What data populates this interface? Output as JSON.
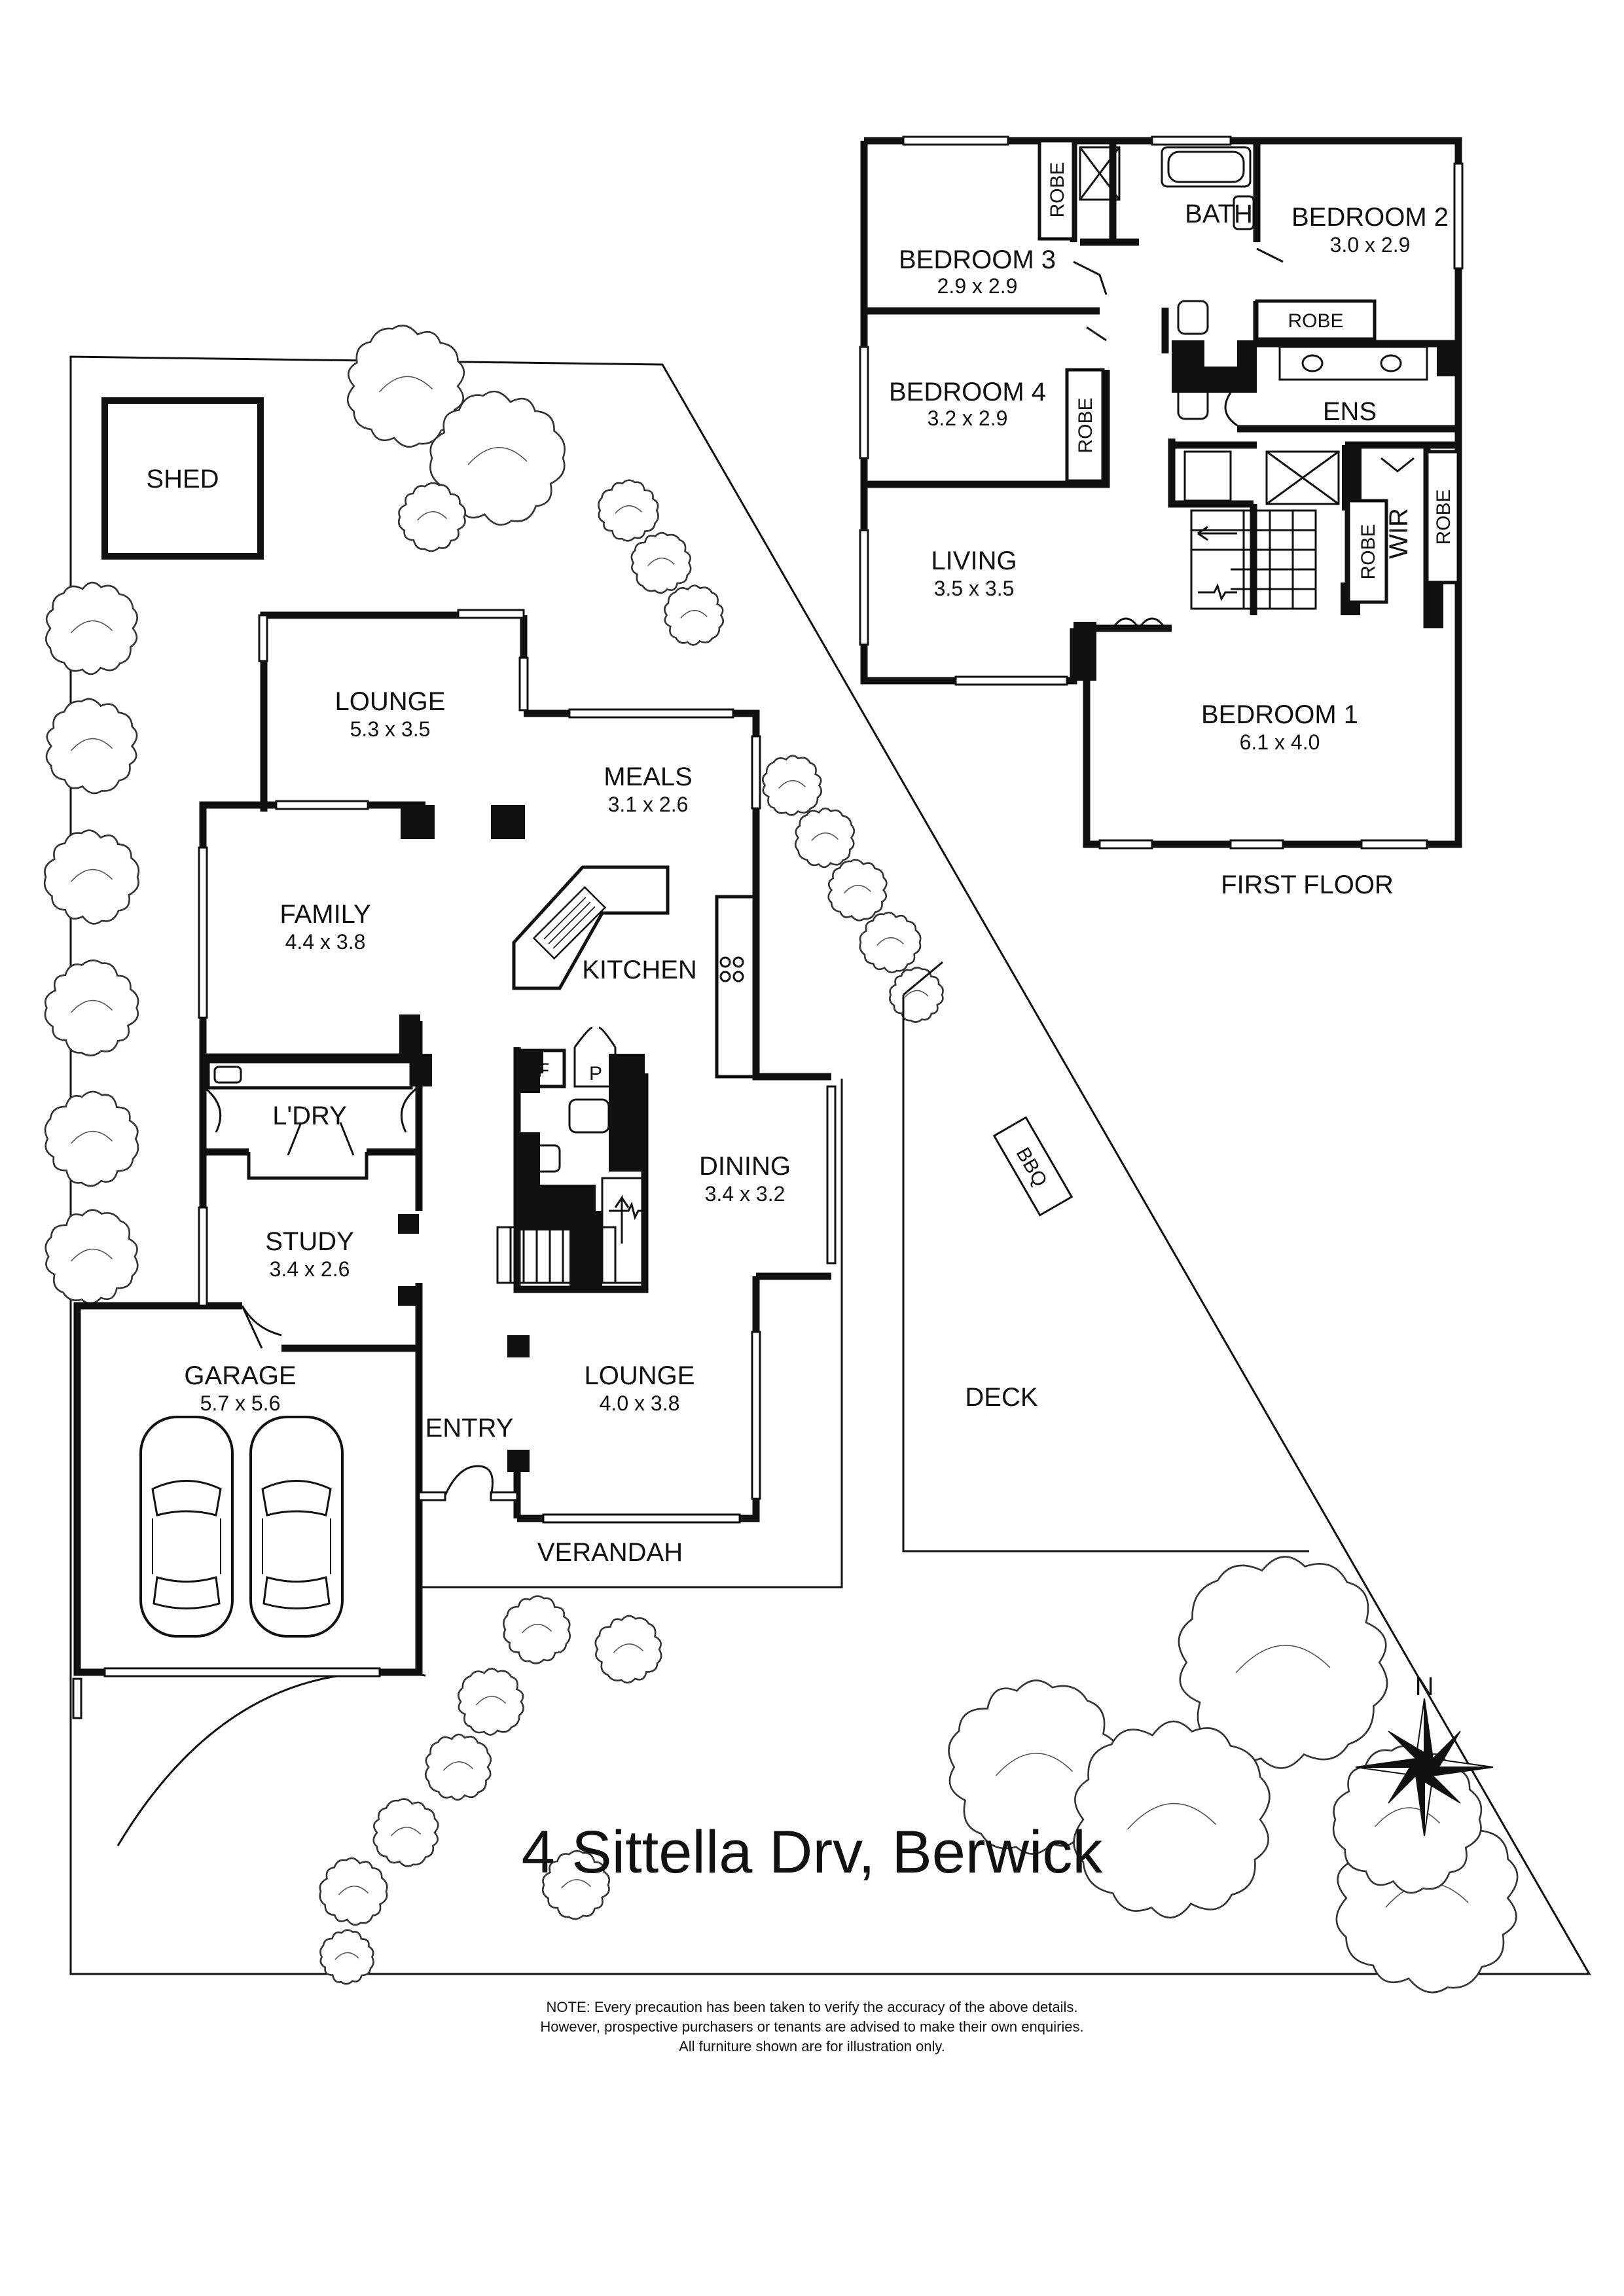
{
  "address": "4 Sittella Drv, Berwick",
  "note": [
    "NOTE: Every precaution has been taken to verify the accuracy of the above details.",
    "However, prospective purchasers or tenants are advised to make their own enquiries.",
    "All furniture shown are for illustration only."
  ],
  "north_label": "N",
  "first_floor_label": "FIRST FLOOR",
  "ground": {
    "shed": "SHED",
    "lounge_rear": {
      "name": "LOUNGE",
      "dims": "5.3 x 3.5"
    },
    "meals": {
      "name": "MEALS",
      "dims": "3.1 x 2.6"
    },
    "family": {
      "name": "FAMILY",
      "dims": "4.4 x 3.8"
    },
    "kitchen": "KITCHEN",
    "laundry": "L'DRY",
    "study": {
      "name": "STUDY",
      "dims": "3.4 x 2.6"
    },
    "dining": {
      "name": "DINING",
      "dims": "3.4 x 3.2"
    },
    "garage": {
      "name": "GARAGE",
      "dims": "5.7 x 5.6"
    },
    "entry": "ENTRY",
    "lounge_front": {
      "name": "LOUNGE",
      "dims": "4.0 x 3.8"
    },
    "verandah": "VERANDAH",
    "deck": "DECK",
    "bbq": "BBQ",
    "fridge": "F",
    "pantry": "P"
  },
  "first": {
    "bedroom3": {
      "name": "BEDROOM 3",
      "dims": "2.9 x 2.9"
    },
    "bedroom4": {
      "name": "BEDROOM 4",
      "dims": "3.2 x 2.9"
    },
    "bedroom2": {
      "name": "BEDROOM 2",
      "dims": "3.0 x 2.9"
    },
    "bedroom1": {
      "name": "BEDROOM 1",
      "dims": "6.1 x 4.0"
    },
    "living": {
      "name": "LIVING",
      "dims": "3.5 x 3.5"
    },
    "bath": "BATH",
    "ens": "ENS",
    "wir": "WIR",
    "robe": "ROBE"
  }
}
